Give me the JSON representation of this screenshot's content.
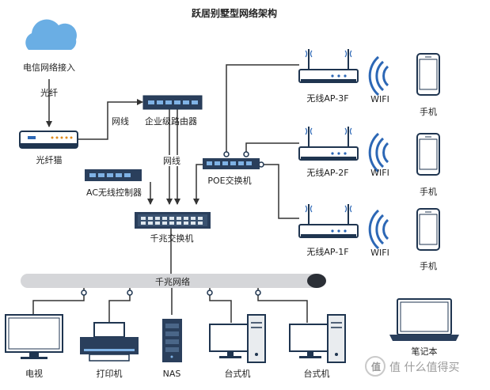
{
  "title": "跃居别墅型网络架构",
  "nodes": {
    "cloud": "电信网络接入",
    "modem": "光纤猫",
    "router": "企业级路由器",
    "ac": "AC无线控制器",
    "poe": "POE交换机",
    "switch": "千兆交换机",
    "ap3": "无线AP-3F",
    "ap2": "无线AP-2F",
    "ap1": "无线AP-1F",
    "wifi3": "WIFI",
    "wifi2": "WIFI",
    "wifi1": "WIFI",
    "phone3": "手机",
    "phone2": "手机",
    "phone1": "手机",
    "tv": "电视",
    "printer": "打印机",
    "nas": "NAS",
    "desktop1": "台式机",
    "desktop2": "台式机",
    "laptop": "笔记本"
  },
  "links": {
    "fiber": "光纤",
    "wan": "网线",
    "lan": "网线",
    "backbone": "千兆网络"
  },
  "watermark": "值 什么值得买"
}
